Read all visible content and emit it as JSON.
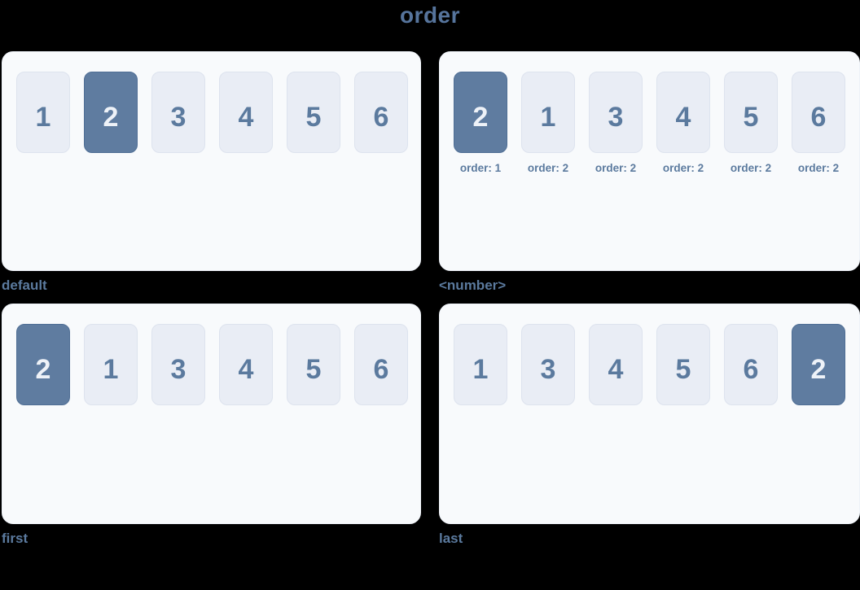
{
  "page": {
    "title": "order"
  },
  "colors": {
    "page_bg": "#000000",
    "title_text": "#56749c",
    "panel_bg": "#f8fafc",
    "panel_border": "#eef2f8",
    "box_bg": "#e9edf5",
    "box_border": "#dde3ee",
    "box_text": "#5b7a9e",
    "highlight_bg": "#5f7ca0",
    "highlight_border": "#4f6e95",
    "highlight_text": "#eef2f8",
    "label_text": "#5b7a9e"
  },
  "panels": [
    {
      "label": "default",
      "boxes": [
        {
          "n": "1",
          "highlight": false
        },
        {
          "n": "2",
          "highlight": true
        },
        {
          "n": "3",
          "highlight": false
        },
        {
          "n": "4",
          "highlight": false
        },
        {
          "n": "5",
          "highlight": false
        },
        {
          "n": "6",
          "highlight": false
        }
      ]
    },
    {
      "label": "<number>",
      "boxes": [
        {
          "n": "2",
          "highlight": true,
          "sub": "order: 1"
        },
        {
          "n": "1",
          "highlight": false,
          "sub": "order: 2"
        },
        {
          "n": "3",
          "highlight": false,
          "sub": "order: 2"
        },
        {
          "n": "4",
          "highlight": false,
          "sub": "order: 2"
        },
        {
          "n": "5",
          "highlight": false,
          "sub": "order: 2"
        },
        {
          "n": "6",
          "highlight": false,
          "sub": "order: 2"
        }
      ]
    },
    {
      "label": "first",
      "boxes": [
        {
          "n": "2",
          "highlight": true
        },
        {
          "n": "1",
          "highlight": false
        },
        {
          "n": "3",
          "highlight": false
        },
        {
          "n": "4",
          "highlight": false
        },
        {
          "n": "5",
          "highlight": false
        },
        {
          "n": "6",
          "highlight": false
        }
      ]
    },
    {
      "label": "last",
      "boxes": [
        {
          "n": "1",
          "highlight": false
        },
        {
          "n": "3",
          "highlight": false
        },
        {
          "n": "4",
          "highlight": false
        },
        {
          "n": "5",
          "highlight": false
        },
        {
          "n": "6",
          "highlight": false
        },
        {
          "n": "2",
          "highlight": true
        }
      ]
    }
  ]
}
